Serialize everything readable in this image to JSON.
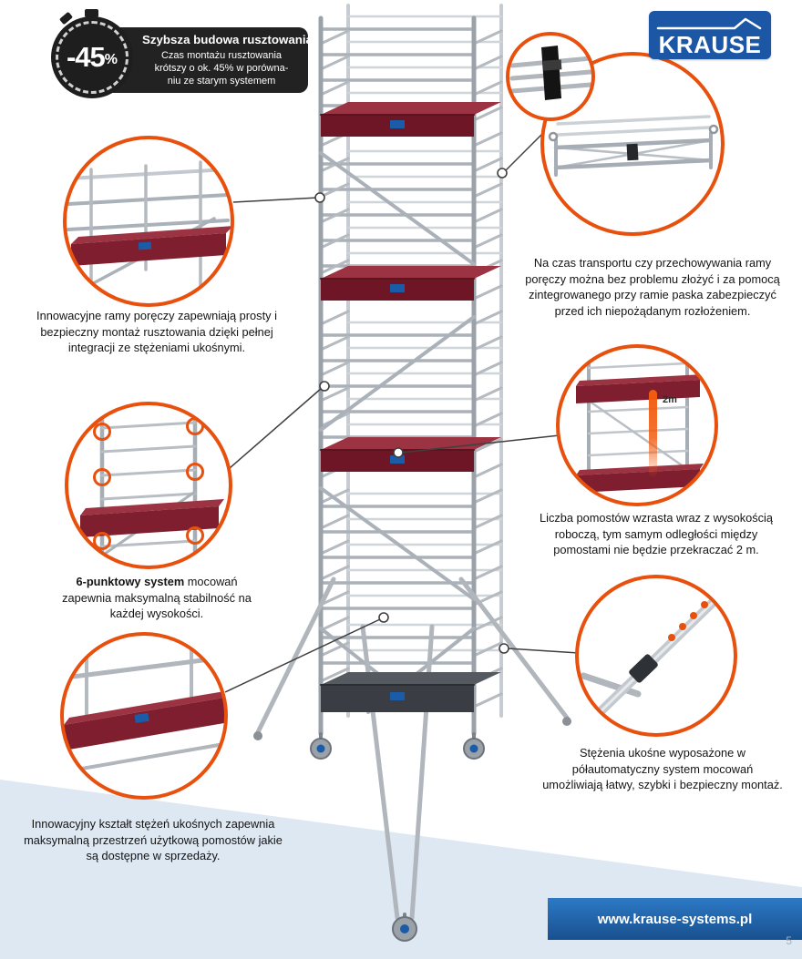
{
  "colors": {
    "accent_orange": "#e8500e",
    "krause_blue": "#1b57a5",
    "platform_red": "#7e1e2e",
    "background_band": "#dde8f3",
    "badge_dark": "#222222"
  },
  "badge": {
    "percent": "-45",
    "percent_sign": "%",
    "title": "Szybsza budowa rusztowania",
    "line1": "Czas montażu rusztowania",
    "line2": "krótszy o ok. 45% w porówna-",
    "line3": "niu ze starym systemem"
  },
  "logo": {
    "text": "KRAUSE"
  },
  "notes": {
    "frames": "Innowacyjne ramy poręczy zapewniają prosty i bezpieczny montaż rusztowania dzięki pełnej integracji ze stężeniami ukośnymi.",
    "transport": "Na czas transportu czy przechowywania ramy poręczy można bez problemu złożyć i za pomocą zintegrowanego przy ramie paska zabezpieczyć przed ich niepożądanym rozłożeniem.",
    "six_point_bold": "6-punktowy system",
    "six_point_rest": " mocowań zapewnia maksymalną stabilność na każdej wysokości.",
    "platforms": "Liczba pomostów wzrasta wraz z wysokością roboczą, tym samym odległości między pomostami nie będzie przekraczać 2 m.",
    "braces": "Stężenia ukośne wyposażone w półautomatyczny system mocowań umożliwiają łatwy, szybki i bezpieczny montaż.",
    "shape": "Innowacyjny kształt stężeń ukośnych zapewnia maksymalną przestrzeń użytkową pomostów jakie są dostępne w sprzedaży."
  },
  "detail": {
    "height_marker": "2m"
  },
  "footer": {
    "url": "www.krause-systems.pl"
  },
  "page": {
    "number": "5"
  }
}
